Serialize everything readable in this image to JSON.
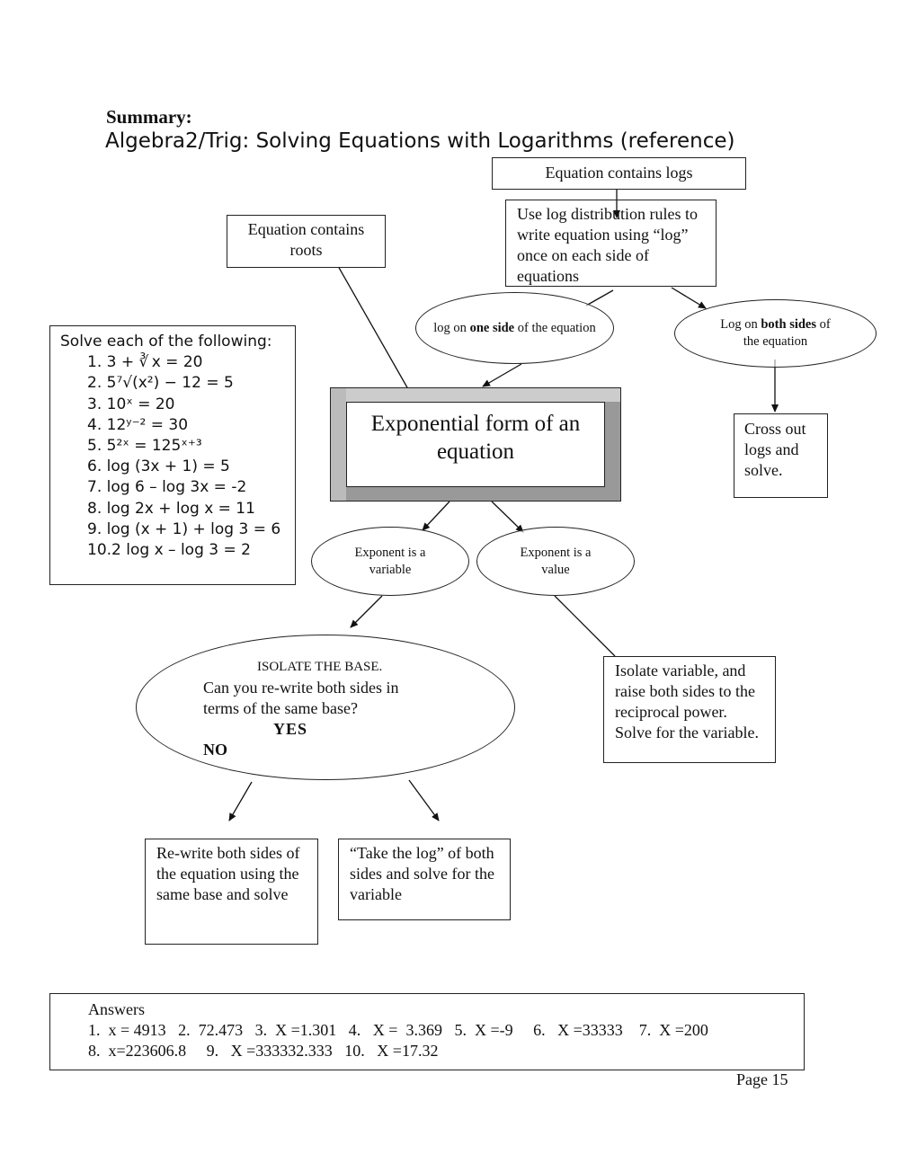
{
  "header": {
    "summary": "Summary:",
    "title": "Algebra2/Trig:  Solving Equations with Logarithms (reference)"
  },
  "diagram": {
    "logs_box": "Equation contains logs",
    "distribution_box": "Use log distribution rules to write equation using “log” once on each side of equations",
    "roots_box": "Equation contains roots",
    "one_side": {
      "pre": "log on ",
      "bold": "one side",
      "post": " of the equation"
    },
    "both_sides": {
      "pre": "Log on ",
      "bold": "both sides",
      "post": " of the equation"
    },
    "cross_out": "Cross out logs and solve.",
    "exponential_form": "Exponential form of an equation",
    "exp_variable": "Exponent is a variable",
    "exp_value": "Exponent is a value",
    "isolate_base": {
      "heading": "ISOLATE THE BASE.",
      "question": "Can you re-write both sides in terms of the same base?",
      "yes": "YES",
      "no": "NO"
    },
    "isolate_variable": "Isolate variable, and raise both sides to the reciprocal power. Solve for the variable.",
    "rewrite": "Re-write both sides of the equation using the same base and solve",
    "take_log": "“Take the log” of both sides and solve for the variable"
  },
  "problems": {
    "heading": "Solve each of the following:",
    "items": [
      "1.  3 + ∛ x = 20",
      "2.  5⁷√(x²) − 12 = 5",
      "3.  10ˣ = 20",
      "4.  12ʸ⁻² = 30",
      "5.  5²ˣ = 125ˣ⁺³",
      "6.  log (3x + 1) = 5",
      "7.  log 6 – log 3x = -2",
      "8.  log 2x + log x = 11",
      "9.  log (x + 1) + log 3 = 6",
      "10.2 log x – log 3 = 2"
    ]
  },
  "answers": {
    "heading": "Answers",
    "line1": "1.  x = 4913   2.  72.473   3.  X =1.301   4.   X =  3.369   5.  X =-9     6.   X =33333    7.  X =200",
    "line2": "8.  x=223606.8     9.   X =333332.333   10.   X =17.32"
  },
  "footer": {
    "page": "Page 15"
  }
}
